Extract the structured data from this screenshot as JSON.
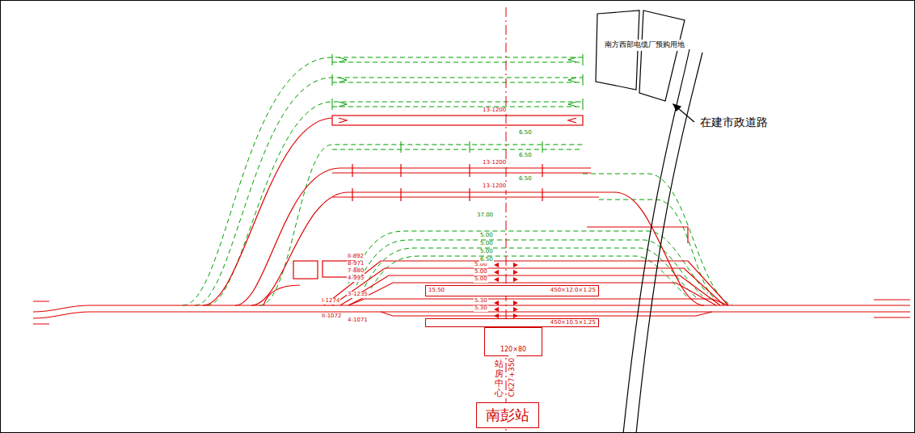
{
  "diagram": {
    "nodes": [
      {
        "text": [
          "南方西部电缆厂预购用地"
        ]
      },
      {
        "text": [
          "15.50",
          "450×12.0×1.25"
        ]
      },
      {
        "text": [
          "450×10.5×1.25"
        ]
      },
      {
        "text": [
          "120×80"
        ]
      },
      {
        "text": [
          "南彭站"
        ]
      }
    ],
    "labels": [
      "在建市政道路",
      "站房中心",
      "CK27+350",
      "II-892",
      "8-971",
      "7-880",
      "4-995",
      "3-1235",
      "I-1274",
      "II-1072",
      "4-1071",
      "5.00",
      "5.00",
      "5.00",
      "5.30",
      "5.30",
      "37.00",
      "5.00",
      "5.00",
      "5.00",
      "6.50",
      "13-1200",
      "6.50",
      "13-1200",
      "6.50",
      "13-1200",
      "6.50"
    ]
  }
}
